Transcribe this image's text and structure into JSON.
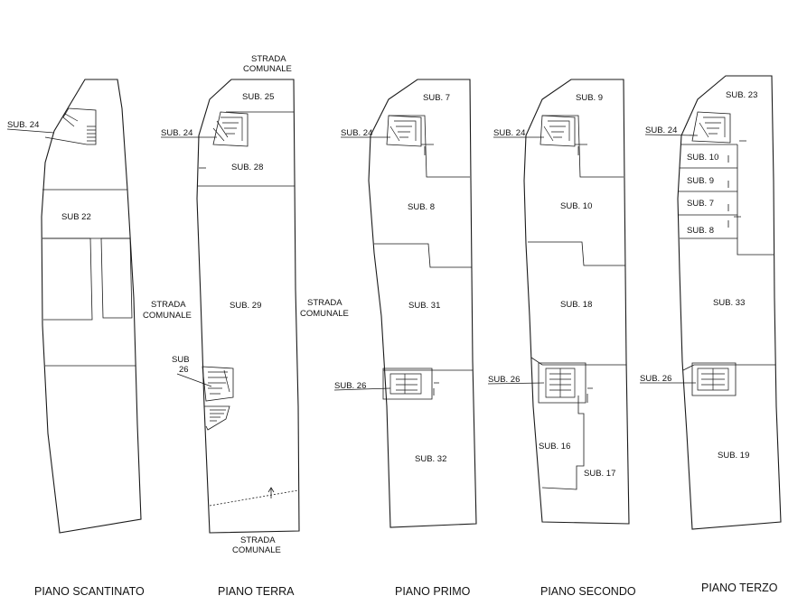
{
  "floors": [
    {
      "title": "PIANO SCANTINATO",
      "labels": {
        "sub24": "SUB. 24",
        "sub22": "SUB 22"
      }
    },
    {
      "title": "PIANO TERRA",
      "labels": {
        "strada_top_1": "STRADA",
        "strada_top_2": "COMUNALE",
        "sub25": "SUB. 25",
        "sub24": "SUB. 24",
        "sub28": "SUB. 28",
        "strada_left_1": "STRADA",
        "strada_left_2": "COMUNALE",
        "sub29": "SUB. 29",
        "strada_right_1": "STRADA",
        "strada_right_2": "COMUNALE",
        "sub26_1": "SUB",
        "sub26_2": "26",
        "strada_bottom_1": "STRADA",
        "strada_bottom_2": "COMUNALE"
      }
    },
    {
      "title": "PIANO PRIMO",
      "labels": {
        "sub7": "SUB. 7",
        "sub24": "SUB. 24",
        "sub8": "SUB. 8",
        "sub31": "SUB. 31",
        "sub26": "SUB. 26",
        "sub32": "SUB. 32"
      }
    },
    {
      "title": "PIANO SECONDO",
      "labels": {
        "sub9": "SUB. 9",
        "sub24": "SUB. 24",
        "sub10": "SUB. 10",
        "sub18": "SUB. 18",
        "sub26": "SUB. 26",
        "sub16": "SUB. 16",
        "sub17": "SUB. 17"
      }
    },
    {
      "title": "PIANO TERZO",
      "labels": {
        "sub23": "SUB. 23",
        "sub24": "SUB. 24",
        "sub10": "SUB. 10",
        "sub9": "SUB. 9",
        "sub7": "SUB. 7",
        "sub8": "SUB. 8",
        "sub33": "SUB. 33",
        "sub26": "SUB. 26",
        "sub19": "SUB. 19"
      }
    }
  ]
}
